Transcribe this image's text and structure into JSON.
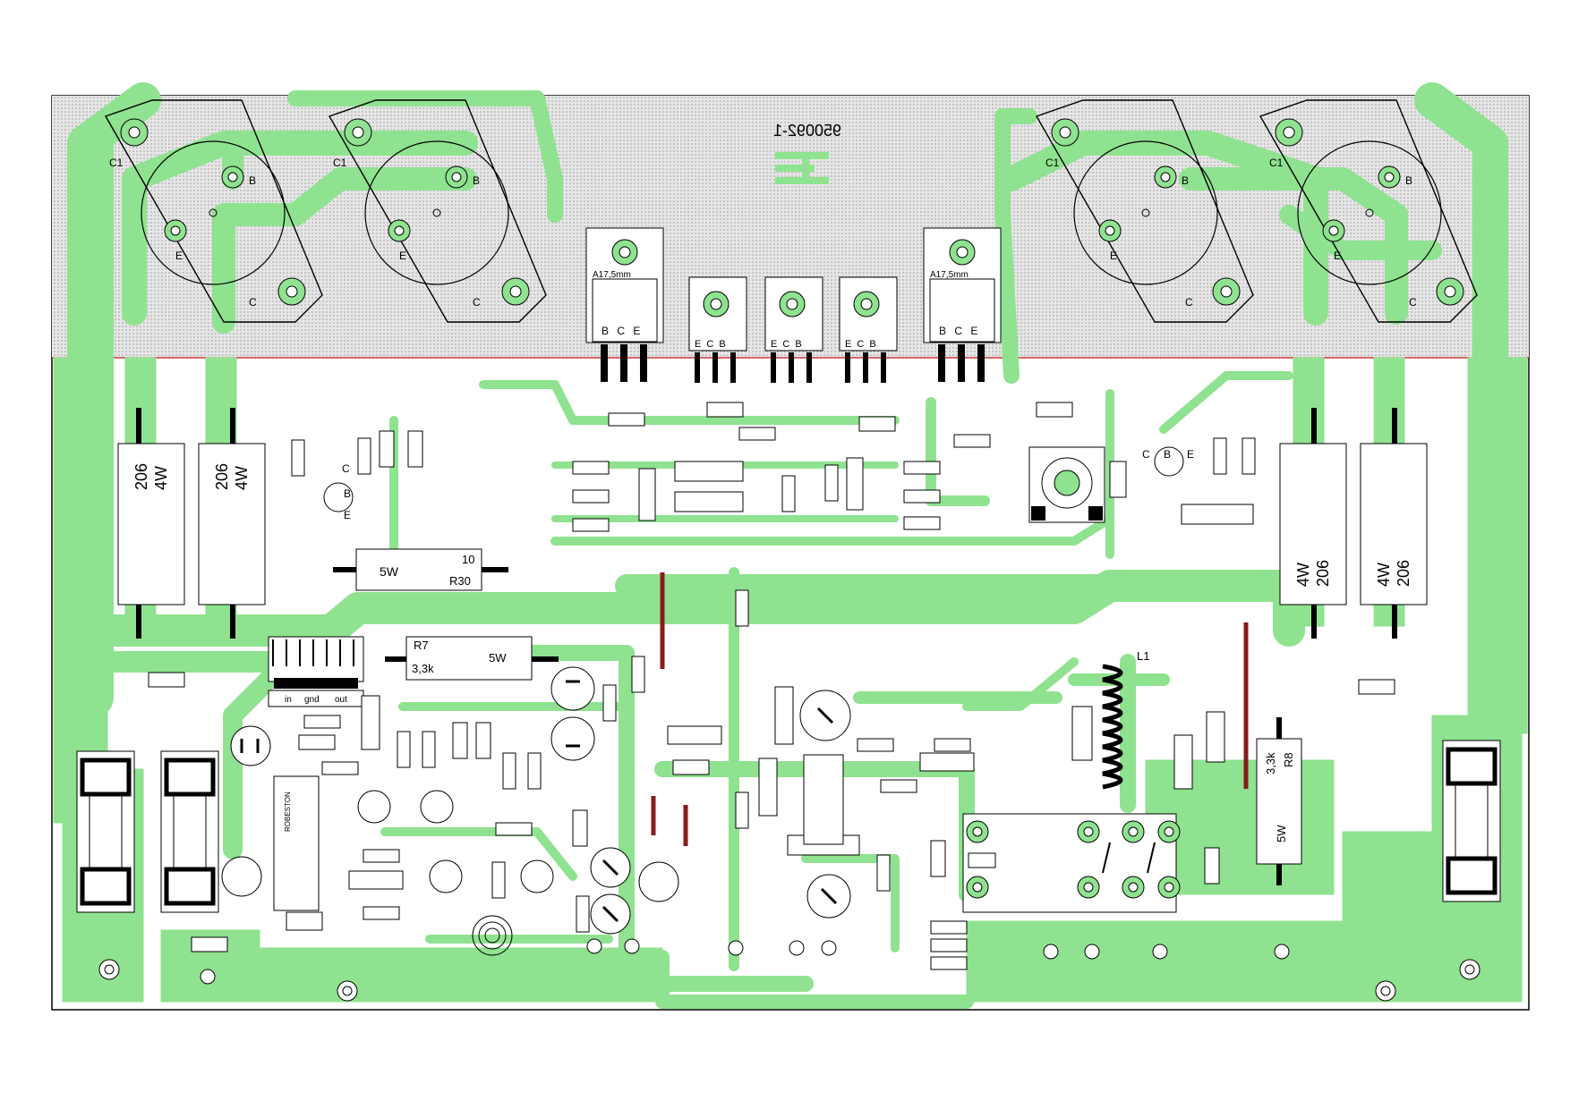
{
  "board": {
    "part_number": "950092-1",
    "colors": {
      "copper": "#8fe28f",
      "heatsink_zone": "#dcdcdc",
      "heatsink_border": "#c41414",
      "outline": "#000000",
      "jumper": "#8b1a1a",
      "pad": "#ffffff"
    }
  },
  "power_transistors": [
    {
      "label_c1": "C1",
      "label_b": "B",
      "label_e": "E",
      "label_c": "C"
    },
    {
      "label_c1": "C1",
      "label_b": "B",
      "label_e": "E",
      "label_c": "C"
    },
    {
      "label_c1": "C1",
      "label_b": "B",
      "label_e": "E",
      "label_c": "C"
    },
    {
      "label_c1": "C1",
      "label_b": "B",
      "label_e": "E",
      "label_c": "C"
    }
  ],
  "driver_transistors": [
    {
      "size": "A17,5mm",
      "pins": "B C E"
    },
    {
      "size": "A17,5mm",
      "pins": "B C E"
    }
  ],
  "bias_transistors": [
    {
      "pins": "E C B"
    },
    {
      "pins": "E C B"
    },
    {
      "pins": "E C B"
    }
  ],
  "emitter_resistors": [
    {
      "value": "206",
      "power": "4W"
    },
    {
      "value": "206",
      "power": "4W"
    },
    {
      "value": "4W",
      "power": "206"
    },
    {
      "value": "4W",
      "power": "206"
    }
  ],
  "r30": {
    "power": "5W",
    "value": "10",
    "ref": "R30"
  },
  "r7": {
    "ref": "R7",
    "value": "3,3k",
    "power": "5W"
  },
  "r8": {
    "value": "3,3k",
    "ref": "R8",
    "power": "5W"
  },
  "regulator": {
    "pin_in": "in",
    "pin_gnd": "gnd",
    "pin_out": "out"
  },
  "ic_label": "ROBESTON",
  "inductor": "L1",
  "small_transistors": {
    "c": "C",
    "b": "B",
    "e": "E"
  }
}
